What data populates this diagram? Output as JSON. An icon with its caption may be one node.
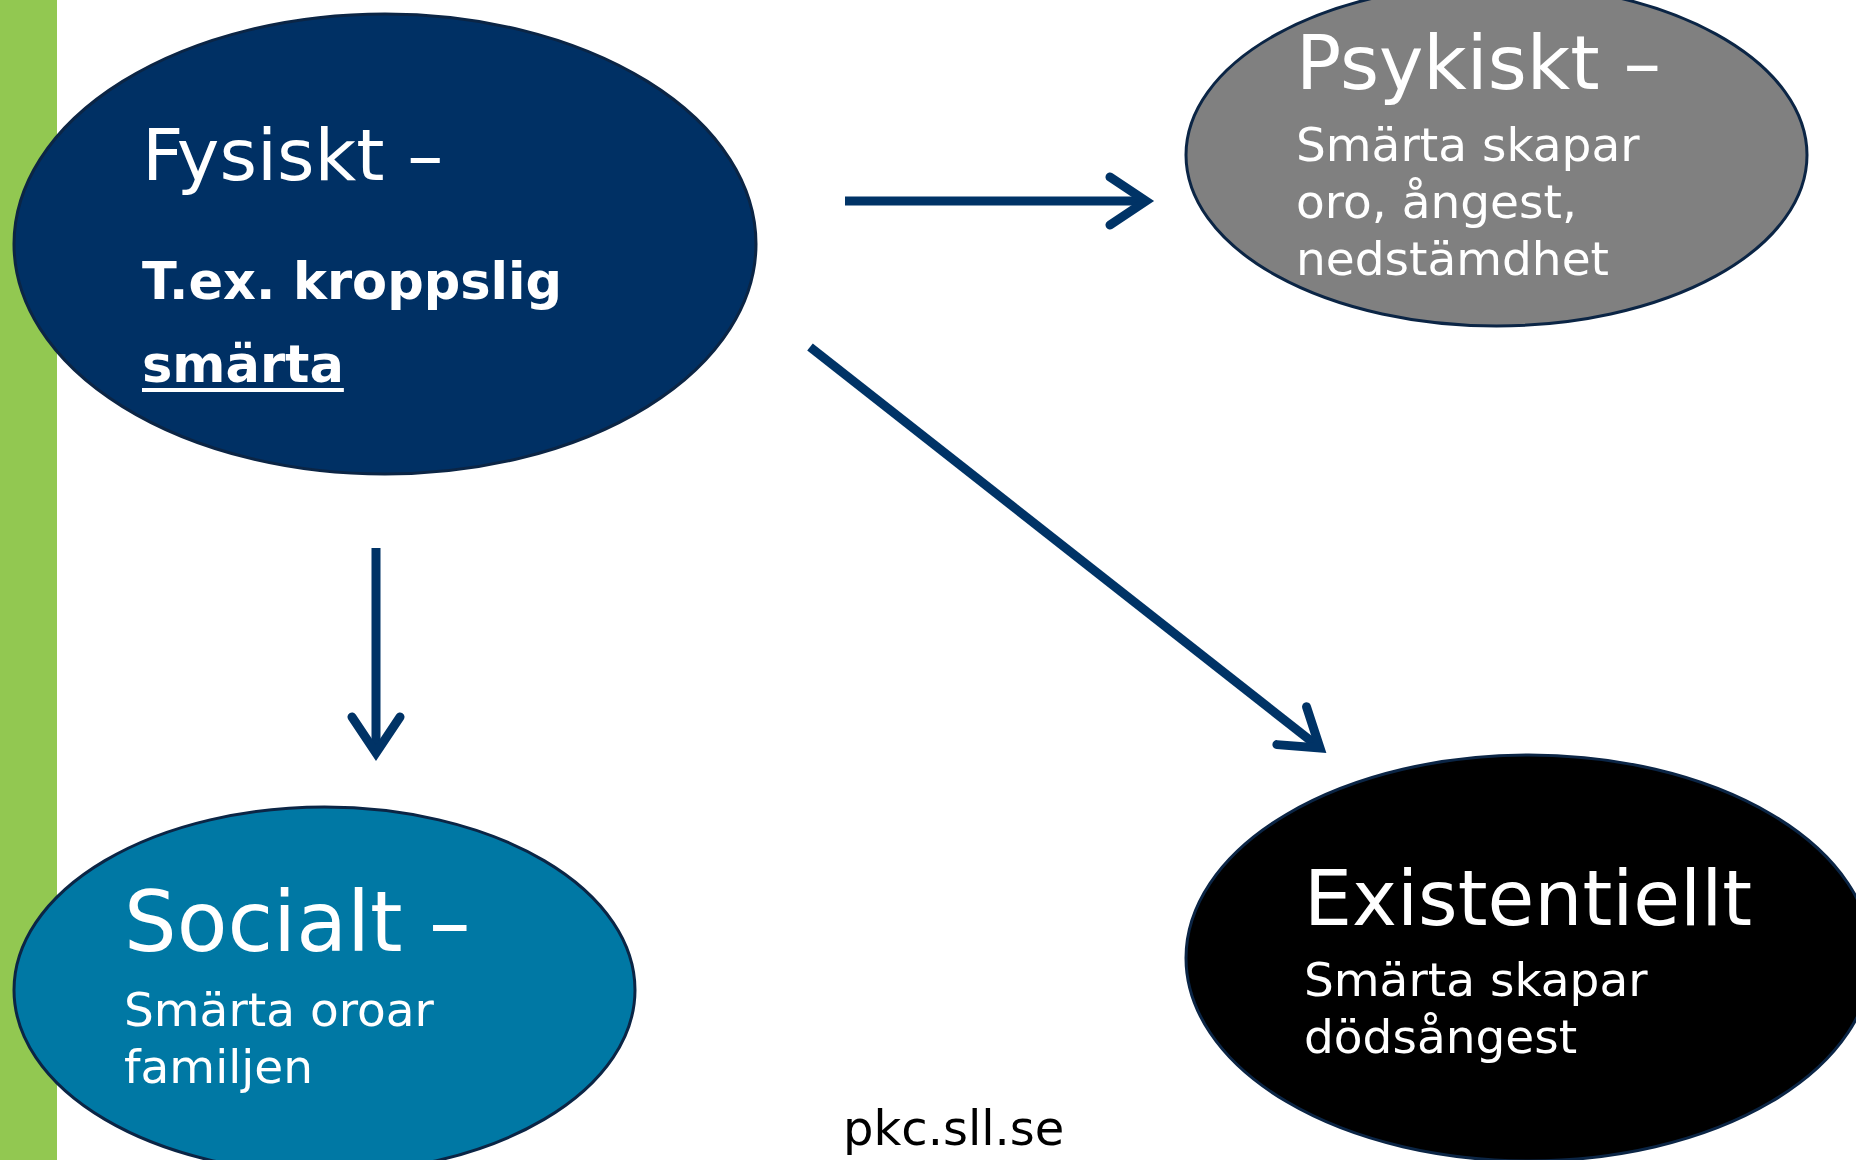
{
  "diagram": {
    "nodes": [
      {
        "text": [
          "Fysiskt –",
          "T.ex. kroppslig smärta"
        ]
      },
      {
        "text": [
          "Psykiskt –",
          "Smärta skapar oro, ångest, nedstämdhet"
        ]
      },
      {
        "text": [
          "Socialt –",
          "Smärta oroar familjen"
        ]
      },
      {
        "text": [
          "Existentiellt",
          "Smärta skapar dödsångest"
        ]
      }
    ],
    "edges": [
      {
        "from": 0,
        "to": 1,
        "arrow": "to"
      },
      {
        "from": 0,
        "to": 2,
        "arrow": "to"
      },
      {
        "from": 0,
        "to": 3,
        "arrow": "to"
      }
    ],
    "labels": [
      "pkc.sll.se"
    ]
  }
}
